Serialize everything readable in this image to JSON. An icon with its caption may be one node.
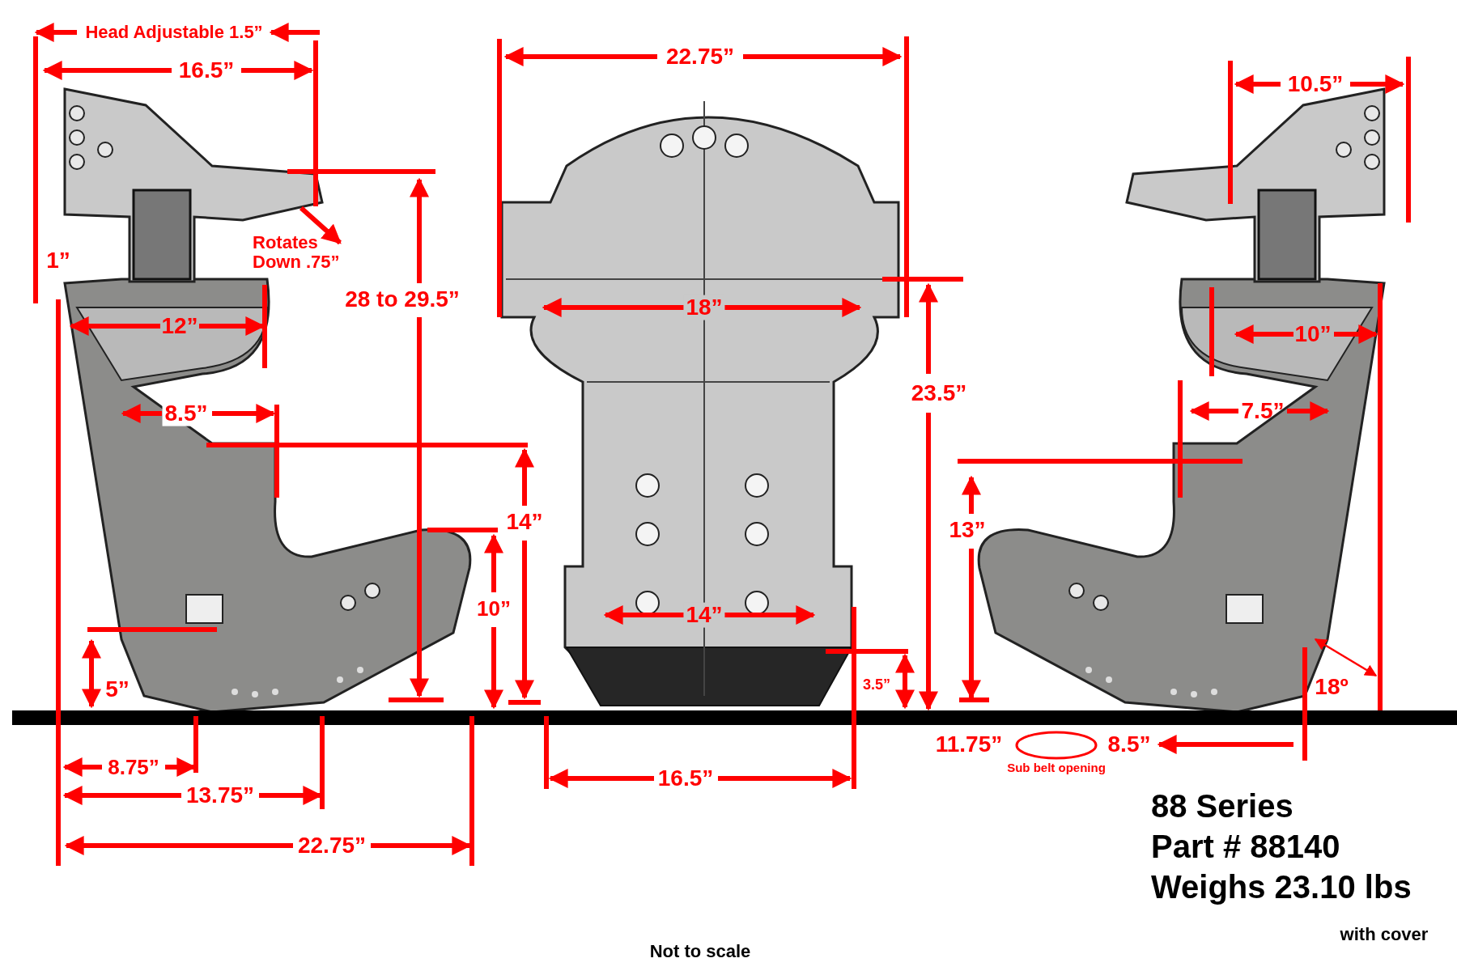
{
  "diagram": {
    "nodes": [
      {
        "text": [
          "Sub belt opening"
        ]
      }
    ],
    "labels": [
      "Head Adjustable 1.5”",
      "16.5”",
      "22.75”",
      "10.5”",
      "1”",
      "Rotates Down .75”",
      "28 to 29.5”",
      "12”",
      "18”",
      "10”",
      "23.5”",
      "8.5”",
      "7.5”",
      "14”",
      "13”",
      "10”",
      "14”",
      "5”",
      "3.5”",
      "18º",
      "11.75”",
      "8.5”",
      "8.75”",
      "16.5”",
      "13.75”",
      "22.75”",
      "88 Series",
      "Part # 88140",
      "Weighs 23.10 lbs",
      "with cover",
      "Not to scale"
    ]
  }
}
